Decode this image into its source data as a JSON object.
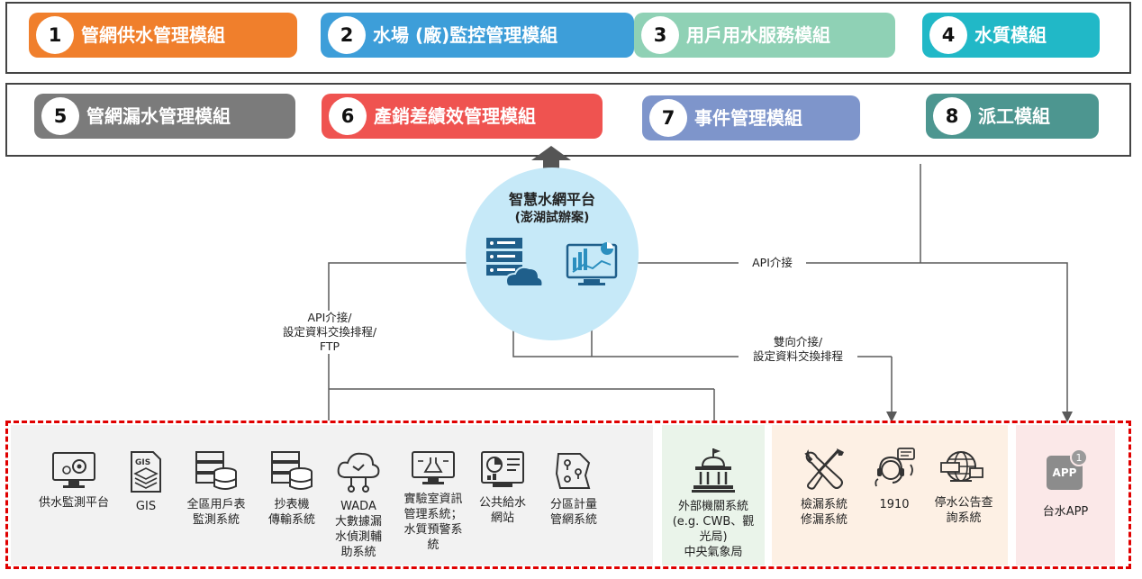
{
  "modules_row1": [
    {
      "num": "1",
      "label": "管網供水管理模組",
      "color": "#f07f2c"
    },
    {
      "num": "2",
      "label": "水場 (廠)監控管理模組",
      "color": "#3d9ed9"
    },
    {
      "num": "3",
      "label": "用戶用水服務模組",
      "color": "#8fd1b5"
    },
    {
      "num": "4",
      "label": "水質模組",
      "color": "#21b8c7"
    }
  ],
  "modules_row2": [
    {
      "num": "5",
      "label": "管網漏水管理模組",
      "color": "#7b7b7b"
    },
    {
      "num": "6",
      "label": "產銷差績效管理模組",
      "color": "#ef5350"
    },
    {
      "num": "7",
      "label": "事件管理模組",
      "color": "#7e95cb"
    },
    {
      "num": "8",
      "label": "派工模組",
      "color": "#4d9690"
    }
  ],
  "platform": {
    "title": "智慧水網平台",
    "subtitle": "(澎湖試辦案)"
  },
  "edges": {
    "api_right": "API介接",
    "left_label": [
      "API介接/",
      "設定資料交換排程/",
      "FTP"
    ],
    "bidir_label": [
      "雙向介接/",
      "設定資料交換排程"
    ]
  },
  "systems_internal": [
    {
      "icon": "monitor-gear-icon",
      "label": [
        "供水監測平台"
      ]
    },
    {
      "icon": "gis-layers-icon",
      "label": [
        "GIS"
      ]
    },
    {
      "icon": "server-database-icon",
      "label": [
        "全區用戶表",
        "監測系統"
      ]
    },
    {
      "icon": "server-database-icon",
      "label": [
        "抄表機",
        "傳輸系統"
      ]
    },
    {
      "icon": "cloud-network-icon",
      "label": [
        "WADA",
        "大數據漏",
        "水偵測輔",
        "助系統"
      ]
    },
    {
      "icon": "lab-monitor-icon",
      "label": [
        "實驗室資訊",
        "管理系統；",
        "水質預警系",
        "統"
      ]
    },
    {
      "icon": "dashboard-chart-icon",
      "label": [
        "公共給水",
        "網站"
      ]
    },
    {
      "icon": "district-map-icon",
      "label": [
        "分區計量",
        "管網系統"
      ]
    }
  ],
  "system_external": {
    "icon": "government-building-icon",
    "label": [
      "外部機關系統",
      "(e.g. CWB、觀",
      "光局)",
      "中央氣象局"
    ]
  },
  "systems_service": [
    {
      "icon": "tools-icon",
      "label": [
        "檢漏系統",
        "修漏系統"
      ]
    },
    {
      "icon": "call-center-icon",
      "label": [
        "1910"
      ]
    },
    {
      "icon": "globe-notice-icon",
      "label": [
        "停水公告查",
        "詢系統"
      ]
    }
  ],
  "app": {
    "badge": "1",
    "text": "APP",
    "label": "台水APP"
  },
  "colors": {
    "frame": "#444444",
    "dashed": "#e00000",
    "platform_circle": "#c6e9f8",
    "external_panel": "#eaf4ea",
    "service_panel": "#fdf0e4",
    "app_panel": "#fbe8e8",
    "internal_panel": "#f2f2f2",
    "line": "#5a5a5a"
  }
}
